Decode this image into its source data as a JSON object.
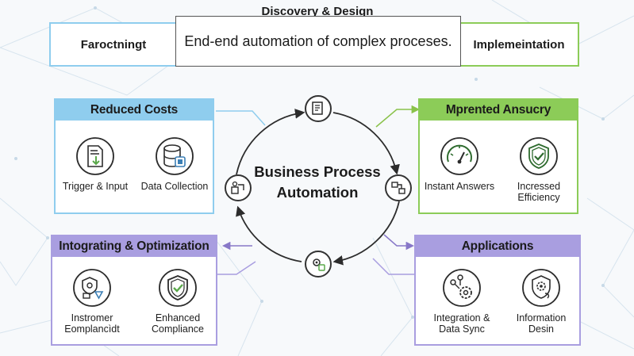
{
  "top": {
    "section_title": "Discovery & Design",
    "left_label": "Faroctningt",
    "main_text": "End-end automation of complex proceses.",
    "right_label": "Implemeintation"
  },
  "center": {
    "title": "Business Process\nAutomation",
    "nodes": [
      "document-icon",
      "workflow-icon",
      "gears-icon",
      "process-icon"
    ]
  },
  "panels": {
    "reduced_costs": {
      "title": "Reduced Costs",
      "items": [
        {
          "label": "Trigger & Input",
          "icon": "document-download-icon"
        },
        {
          "label": "Data Collection",
          "icon": "database-icon"
        }
      ]
    },
    "answers": {
      "title": "Mprented Ansucry",
      "items": [
        {
          "label": "Instant Answers",
          "icon": "gauge-icon"
        },
        {
          "label": "Incressed\nEfficiency",
          "icon": "shield-check-icon"
        }
      ]
    },
    "optimization": {
      "title": "Intograting & Optimization",
      "items": [
        {
          "label": "Instromer\nEomplancìdt",
          "icon": "shield-document-icon"
        },
        {
          "label": "Enhanced\nCompliance",
          "icon": "shield-check-icon"
        }
      ]
    },
    "applications": {
      "title": "Applications",
      "items": [
        {
          "label": "Integration &\nData Sync",
          "icon": "integration-gear-icon"
        },
        {
          "label": "Information\nDesin",
          "icon": "gear-brain-icon"
        }
      ]
    }
  },
  "colors": {
    "blue": "#5aaedd",
    "blue_header": "#8fcdee",
    "green": "#8ac24a",
    "green_header": "#8ccc58",
    "purple": "#8878c8",
    "purple_header": "#a99ee0",
    "ink": "#2c2c2c"
  }
}
